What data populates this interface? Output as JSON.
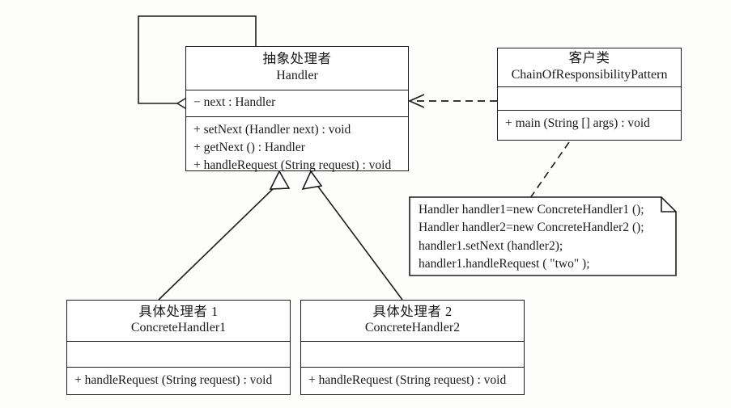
{
  "diagram": {
    "title": "Chain of Responsibility Pattern UML Class Diagram",
    "stroke_color": "#1d1d1d",
    "background_color": "#fdfdfc"
  },
  "classes": {
    "handler": {
      "name_cn": "抽象处理者",
      "name_en": "Handler",
      "attributes": [
        "− next : Handler"
      ],
      "operations": [
        "+ setNext (Handler next) : void",
        "+ getNext () : Handler",
        "+ handleRequest (String request) : void"
      ]
    },
    "client": {
      "name_cn": "客户类",
      "name_en": "ChainOfResponsibilityPattern",
      "attributes": [],
      "operations": [
        "+ main (String [] args) : void"
      ]
    },
    "concrete1": {
      "name_cn": "具体处理者 1",
      "name_en": "ConcreteHandler1",
      "attributes": [],
      "operations": [
        "+ handleRequest (String request) : void"
      ]
    },
    "concrete2": {
      "name_cn": "具体处理者 2",
      "name_en": "ConcreteHandler2",
      "attributes": [],
      "operations": [
        "+ handleRequest (String request) : void"
      ]
    }
  },
  "note": {
    "lines": [
      "Handler handler1=new ConcreteHandler1 ();",
      "Handler handler2=new ConcreteHandler2 ();",
      "handler1.setNext (handler2);",
      "handler1.handleRequest (  \"two\"  );"
    ]
  },
  "relationships": [
    {
      "name": "handler-self-aggregation",
      "type": "aggregation",
      "from": "handler",
      "to": "handler",
      "marker": "hollow-diamond"
    },
    {
      "name": "client-depends-on-handler",
      "type": "dependency",
      "from": "client",
      "to": "handler",
      "marker": "open-arrow",
      "line": "dashed"
    },
    {
      "name": "concrete1-inherits-handler",
      "type": "generalization",
      "from": "concrete1",
      "to": "handler",
      "marker": "hollow-triangle"
    },
    {
      "name": "concrete2-inherits-handler",
      "type": "generalization",
      "from": "concrete2",
      "to": "handler",
      "marker": "hollow-triangle"
    },
    {
      "name": "client-note-anchor",
      "type": "note-anchor",
      "from": "client",
      "to": "note",
      "line": "dashed"
    }
  ]
}
